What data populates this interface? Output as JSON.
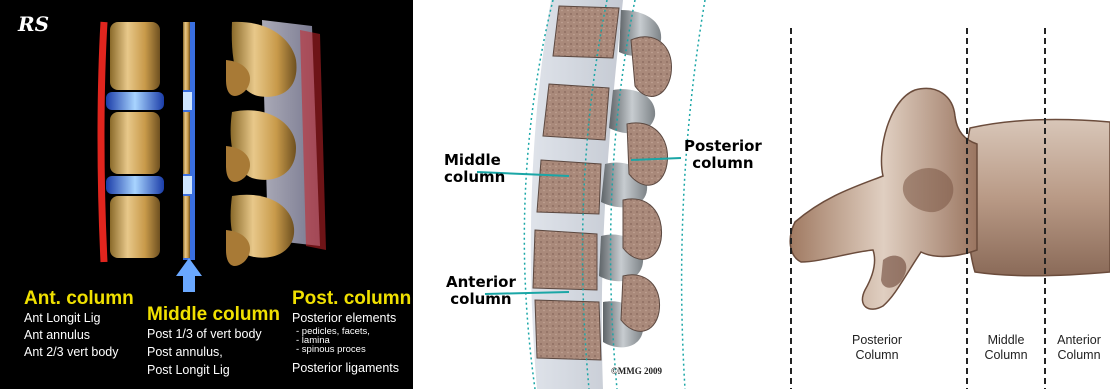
{
  "panel1": {
    "logo": "RS",
    "anterior": {
      "title": "Ant. column",
      "lines": [
        "Ant Longit Lig",
        "Ant annulus",
        "Ant 2/3 vert body"
      ]
    },
    "middle": {
      "title": "Middle column",
      "lines": [
        "Post 1/3 of vert body",
        "Post annulus,",
        "Post Longit Lig"
      ]
    },
    "posterior": {
      "title": "Post. column",
      "line1": "Posterior elements",
      "sublines": [
        "- pedicles, facets,",
        "- lamina",
        "- spinous proces"
      ],
      "line2": "Posterior ligaments"
    }
  },
  "panel2": {
    "middle_label": [
      "Middle",
      "column"
    ],
    "posterior_label": [
      "Posterior",
      "column"
    ],
    "anterior_label": [
      "Anterior",
      "column"
    ],
    "copyright": "©MMG 2009"
  },
  "panel3": {
    "posterior_label": [
      "Posterior",
      "Column"
    ],
    "middle_label": [
      "Middle",
      "Column"
    ],
    "anterior_label": [
      "Anterior",
      "Column"
    ]
  },
  "colors": {
    "panel1_background": "#000000",
    "panel1_heading": "#f0e000",
    "anterior_ligament": "#e0251e",
    "middle_column_highlight": "#3a6fe0",
    "disc": "#2f5fe8",
    "bone": "#d6b06a",
    "vertebral_body_section": "#a9897a",
    "guide_line": "#1aa6a6"
  }
}
